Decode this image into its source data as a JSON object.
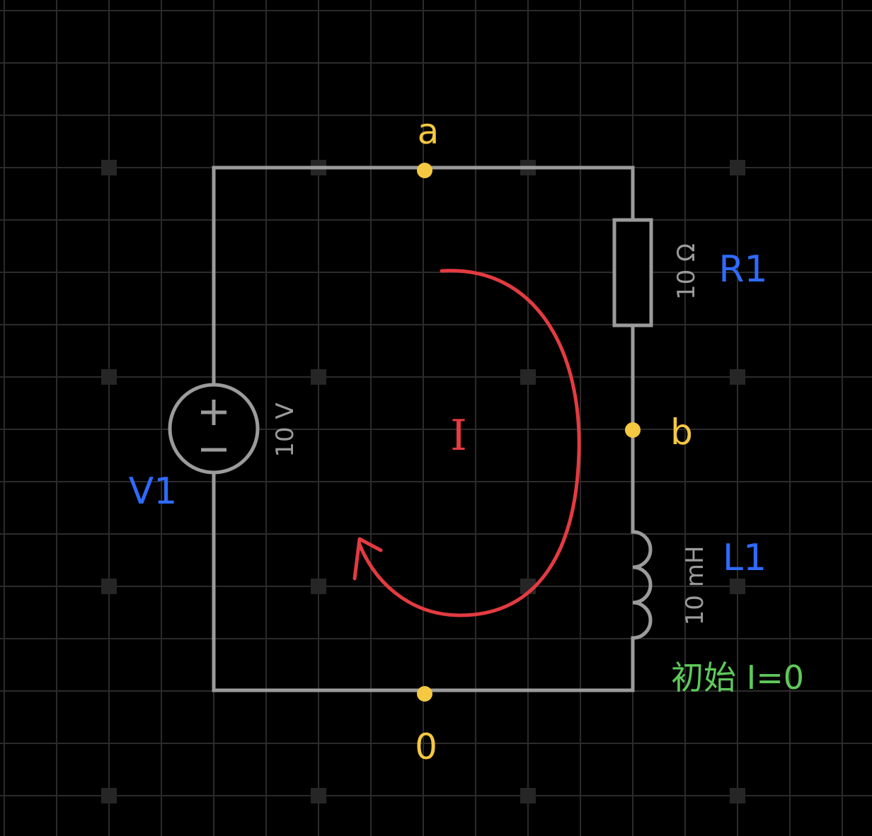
{
  "nodes": {
    "a": "a",
    "b": "b",
    "ground": "0"
  },
  "components": {
    "source": {
      "name": "V1",
      "value": "10 V",
      "plus": "+",
      "minus": "−"
    },
    "resistor": {
      "name": "R1",
      "value": "10 Ω"
    },
    "inductor": {
      "name": "L1",
      "value": "10 mH"
    }
  },
  "loop_current": "I",
  "note": "初始 I=0",
  "colors": {
    "wire": "#9b9b9b",
    "node": "#f5c842",
    "loop": "#e33b41",
    "component_name": "#2f6bff",
    "note": "#5fc95b",
    "background": "#000000",
    "grid": "#2b2b2b"
  }
}
